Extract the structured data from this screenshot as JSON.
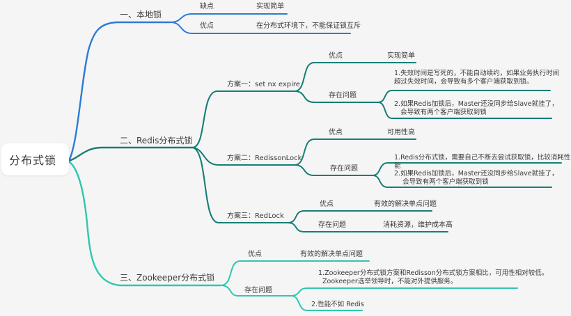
{
  "colors": {
    "background": "#f5f5f6",
    "branch_local": "#2d7bd3",
    "branch_redis": "#177e74",
    "branch_zookeeper": "#2fc7ad",
    "text": "#3a3a3a",
    "root_bg": "#ffffff"
  },
  "root": {
    "label": "分布式锁"
  },
  "branches": [
    {
      "label": "一、本地锁",
      "children": [
        {
          "label": "缺点",
          "value": "实现简单"
        },
        {
          "label": "优点",
          "value": "在分布式环境下，不能保证锁互斥"
        }
      ]
    },
    {
      "label": "二、Redis分布式锁",
      "schemes": [
        {
          "label": "方案一：set nx expire",
          "pros_label": "优点",
          "pros_value": "实现简单",
          "issues_label": "存在问题",
          "issues": [
            "1.失效时间是写死的，不能自动续约，如果业务执行时间\n超过失效时间，会导致有多个客户端获取到锁。",
            "2.如果Redis加锁后，Master还没同步给Slave就挂了，\n   会导致有两个客户端获取到锁"
          ]
        },
        {
          "label": "方案二：RedissonLock",
          "pros_label": "优点",
          "pros_value": "可用性高",
          "issues_label": "存在问题",
          "issues": [
            "1.Redis分布式锁，需要自己不断去尝试获取锁，比较消耗性能",
            "2.如果Redis加锁后，Master还没同步给Slave就挂了，\n    会导致有两个客户端获取到锁"
          ]
        },
        {
          "label": "方案三：RedLock",
          "pros_label": "优点",
          "pros_value": "有效的解决单点问题",
          "issues_label": "存在问题",
          "issues_value": "消耗资源，维护成本高"
        }
      ]
    },
    {
      "label": "三、Zookeeper分布式锁",
      "pros_label": "优点",
      "pros_value": "有效的解决单点问题",
      "issues_label": "存在问题",
      "issues": [
        "1.Zookeeper分布式锁方案和Redisson分布式锁方案相比，可用性相对较低。\n  Zookeeper选举领导时，不能对外提供服务。",
        "2.性能不如 Redis"
      ]
    }
  ]
}
